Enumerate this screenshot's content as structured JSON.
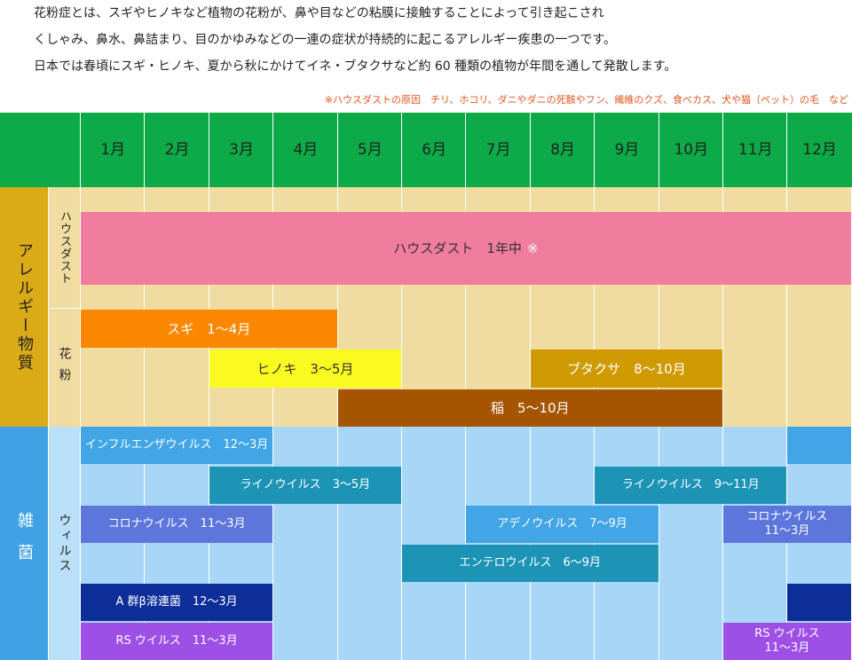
{
  "intro": {
    "lines": [
      "花粉症とは、スギやヒノキなど植物の花粉が、鼻や目などの粘膜に接触することによって引き起こされ",
      "くしゃみ、鼻水、鼻詰まり、目のかゆみなどの一連の症状が持続的に起こるアレルギー疾患の一つです。",
      "日本では春頃にスギ・ヒノキ、夏から秋にかけてイネ・ブタクサなど約 60 種類の植物が年間を通して発散します。"
    ],
    "note": "※ハウスダストの原因　チリ、ホコリ、ダニやダニの死骸やフン、繊維のクズ、食べカス、犬や猫（ペット）の毛　など"
  },
  "months": [
    "1月",
    "2月",
    "3月",
    "4月",
    "5月",
    "6月",
    "7月",
    "8月",
    "9月",
    "10月",
    "11月",
    "12月"
  ],
  "categories": {
    "allergen": "アレルギー物質",
    "germs": "雑菌",
    "housedust": "ハウスダスト",
    "pollen": "花粉",
    "virus": "ウィルス"
  },
  "colors": {
    "header": "#0daa48",
    "allergen_bg": "#f0dca0",
    "allergen_cat": "#dbaa17",
    "germ_bg": "#a8d6f6",
    "germ_cat": "#3fa2e4",
    "germ_sub": "#b9e0f8"
  },
  "bars": [
    {
      "label": "ハウスダスト　1年中",
      "mark": "※",
      "start": 1,
      "end": 12,
      "section": "allergen",
      "row": 0,
      "color": "#f07c9e",
      "text": "#333333"
    },
    {
      "label": "スギ　1〜4月",
      "start": 1,
      "end": 4,
      "section": "allergen",
      "row": 1,
      "color": "#fb8800",
      "text": "#ffffff"
    },
    {
      "label": "ヒノキ　3〜5月",
      "start": 3,
      "end": 5,
      "section": "allergen",
      "row": 2,
      "color": "#fbfa20",
      "text": "#333333"
    },
    {
      "label": "ブタクサ　8〜10月",
      "start": 8,
      "end": 10,
      "section": "allergen",
      "row": 2,
      "color": "#cf9a00",
      "text": "#ffffff"
    },
    {
      "label": "稲　5〜10月",
      "start": 5,
      "end": 10,
      "section": "allergen",
      "row": 3,
      "color": "#a55400",
      "text": "#ffffff"
    },
    {
      "label": "インフルエンザウイルス　12〜3月",
      "start": 1,
      "end": 3,
      "section": "germ",
      "row": 0,
      "color": "#41a5e6",
      "text": "#ffffff"
    },
    {
      "label": "",
      "start": 12,
      "end": 12,
      "section": "germ",
      "row": 0,
      "color": "#41a5e6",
      "text": "#ffffff"
    },
    {
      "label": "ライノウイルス　3〜5月",
      "start": 3,
      "end": 5,
      "section": "germ",
      "row": 1,
      "color": "#1d93b5",
      "text": "#ffffff"
    },
    {
      "label": "ライノウイルス　9〜11月",
      "start": 9,
      "end": 11,
      "section": "germ",
      "row": 1,
      "color": "#1d93b5",
      "text": "#ffffff"
    },
    {
      "label": "コロナウイルス　11〜3月",
      "start": 1,
      "end": 3,
      "section": "germ",
      "row": 2,
      "color": "#5c76db",
      "text": "#ffffff"
    },
    {
      "label": "アデノウイルス　7〜9月",
      "start": 7,
      "end": 9,
      "section": "germ",
      "row": 2,
      "color": "#41a5e6",
      "text": "#ffffff"
    },
    {
      "label": "コロナウイルス\n11〜3月",
      "start": 11,
      "end": 12,
      "section": "germ",
      "row": 2,
      "color": "#5c76db",
      "text": "#ffffff"
    },
    {
      "label": "エンテロウイルス　6〜9月",
      "start": 6,
      "end": 9,
      "section": "germ",
      "row": 3,
      "color": "#1d93b5",
      "text": "#ffffff"
    },
    {
      "label": "A 群β溶連菌　12〜3月",
      "start": 1,
      "end": 3,
      "section": "germ",
      "row": 4,
      "color": "#0e2e98",
      "text": "#ffffff"
    },
    {
      "label": "",
      "start": 12,
      "end": 12,
      "section": "germ",
      "row": 4,
      "color": "#0e2e98",
      "text": "#ffffff"
    },
    {
      "label": "RS ウイルス　11〜3月",
      "start": 1,
      "end": 3,
      "section": "germ",
      "row": 5,
      "color": "#9d4fe6",
      "text": "#ffffff"
    },
    {
      "label": "RS ウイルス\n11〜3月",
      "start": 11,
      "end": 12,
      "section": "germ",
      "row": 5,
      "color": "#9d4fe6",
      "text": "#ffffff"
    }
  ]
}
